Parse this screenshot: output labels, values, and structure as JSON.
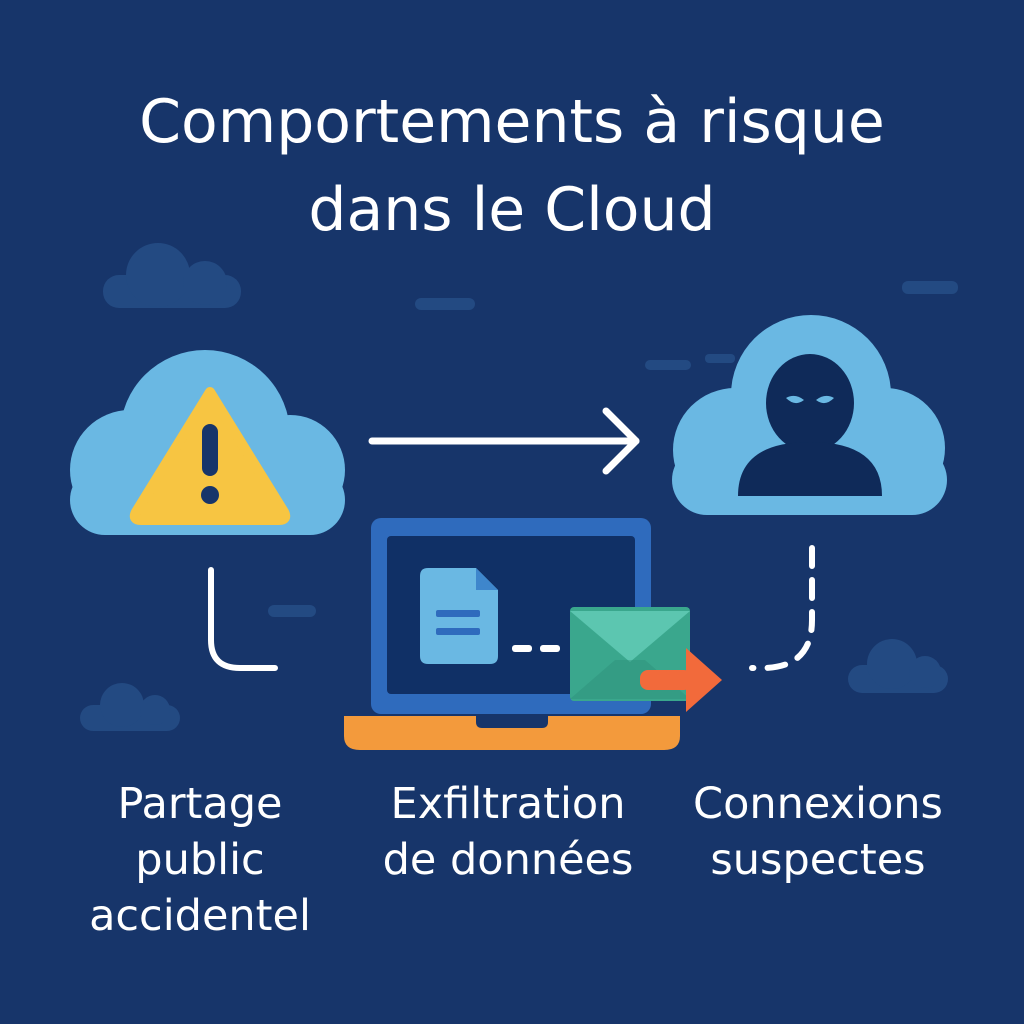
{
  "title": {
    "line1": "Comportements à risque",
    "line2": "dans le Cloud"
  },
  "items": [
    {
      "icon": "cloud-warning-icon",
      "lines": [
        "Partage",
        "public",
        "accidentel"
      ]
    },
    {
      "icon": "laptop-document-icon",
      "lines": [
        "Exfiltration",
        "de données"
      ]
    },
    {
      "icon": "cloud-intruder-icon",
      "lines": [
        "Connexions",
        "suspectes"
      ]
    }
  ],
  "colors": {
    "background": "#17356a",
    "cloud": "#6ab8e3",
    "warning": "#f7c542",
    "laptop_frame": "#2f6bbd",
    "laptop_screen": "#103066",
    "laptop_base": "#f39a3c",
    "envelope": "#3aa78d",
    "arrow": "#f26a3b",
    "intruder": "#0f2a59"
  }
}
